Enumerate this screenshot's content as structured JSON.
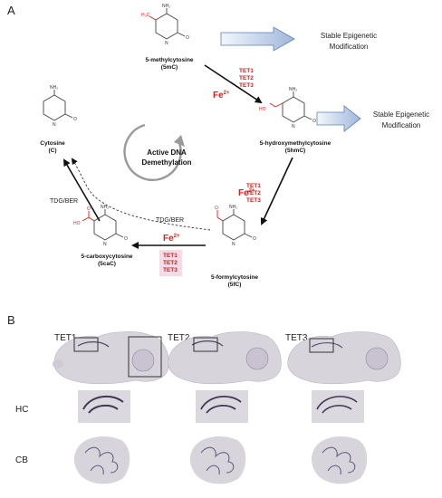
{
  "panel_a": {
    "label": "A",
    "center_label_line1": "Active DNA",
    "center_label_line2": "Demethylation",
    "fe_base": "Fe",
    "fe_charge": "2+",
    "tet_enzymes": [
      "TET1",
      "TET2",
      "TET3"
    ],
    "stable_note_1": {
      "line1": "Stable Epigenetic",
      "line2": "Modification"
    },
    "stable_note_2": {
      "line1": "Stable Epigenetic",
      "line2": "Modification"
    },
    "tdg_ber_1": "TDG/BER",
    "tdg_ber_2": "TDG/BER",
    "compounds": {
      "mc5": {
        "name": "5-methylcytosine",
        "abbr": "(5mC)",
        "group": "H₃C"
      },
      "hmc5": {
        "name": "5-hydroxymethylcytosine",
        "abbr": "(5hmC)",
        "group": "HO"
      },
      "fc5": {
        "name": "5-formylcytosine",
        "abbr": "(5fC)",
        "group": "O"
      },
      "cac5": {
        "name": "5-carboxycytosine",
        "abbr": "(5caC)",
        "group": "HO"
      },
      "cyt": {
        "name": "Cytosine",
        "abbr": "(C)"
      }
    },
    "atoms": {
      "n": "N",
      "h": "H",
      "o": "O",
      "nh2": "NH₂"
    }
  },
  "panel_b": {
    "label": "B",
    "columns": [
      "TET1",
      "TET2",
      "TET3"
    ],
    "rows": [
      "HC",
      "CB"
    ]
  },
  "colors": {
    "accent_red": "#e41b1b",
    "tet_red": "#c81e1e",
    "tet_box_bg": "#f4dbe5",
    "arrow_fill": "#c7d6ec",
    "arrow_stroke": "#5d7fb2",
    "tissue": "#d8d4dc",
    "stain": "#4c4660"
  }
}
